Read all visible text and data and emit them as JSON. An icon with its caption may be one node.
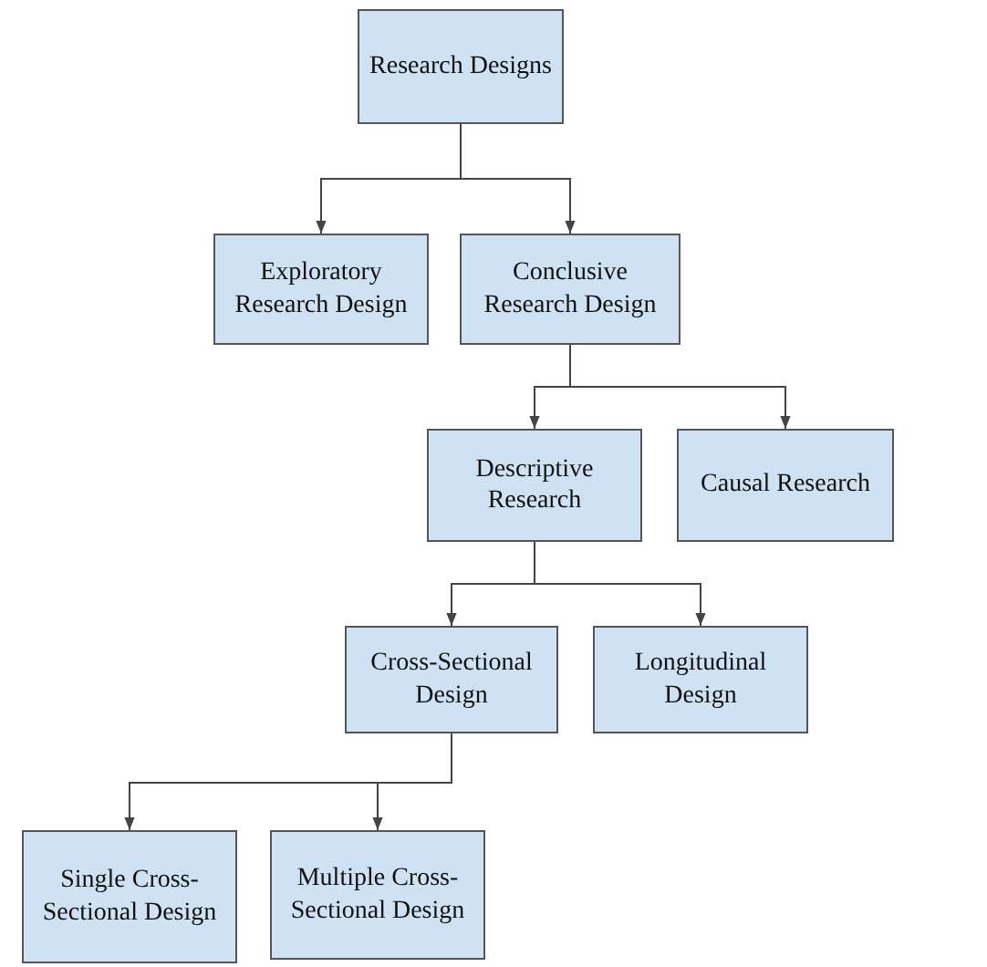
{
  "diagram": {
    "nodes": [
      {
        "text": [
          "Research Designs"
        ]
      },
      {
        "text": [
          "Exploratory Research Design"
        ]
      },
      {
        "text": [
          "Conclusive Research Design"
        ]
      },
      {
        "text": [
          "Descriptive Research"
        ]
      },
      {
        "text": [
          "Causal Research"
        ]
      },
      {
        "text": [
          "Cross-Sectional Design"
        ]
      },
      {
        "text": [
          "Longitudinal Design"
        ]
      },
      {
        "text": [
          "Single Cross-Sectional Design"
        ]
      },
      {
        "text": [
          "Multiple Cross-Sectional Design"
        ]
      }
    ],
    "edges": [
      {
        "from": 0,
        "to": 1,
        "arrow": "to"
      },
      {
        "from": 0,
        "to": 2,
        "arrow": "to"
      },
      {
        "from": 2,
        "to": 3,
        "arrow": "to"
      },
      {
        "from": 2,
        "to": 4,
        "arrow": "to"
      },
      {
        "from": 3,
        "to": 5,
        "arrow": "to"
      },
      {
        "from": 3,
        "to": 6,
        "arrow": "to"
      },
      {
        "from": 5,
        "to": 7,
        "arrow": "to"
      },
      {
        "from": 5,
        "to": 8,
        "arrow": "to"
      }
    ]
  }
}
